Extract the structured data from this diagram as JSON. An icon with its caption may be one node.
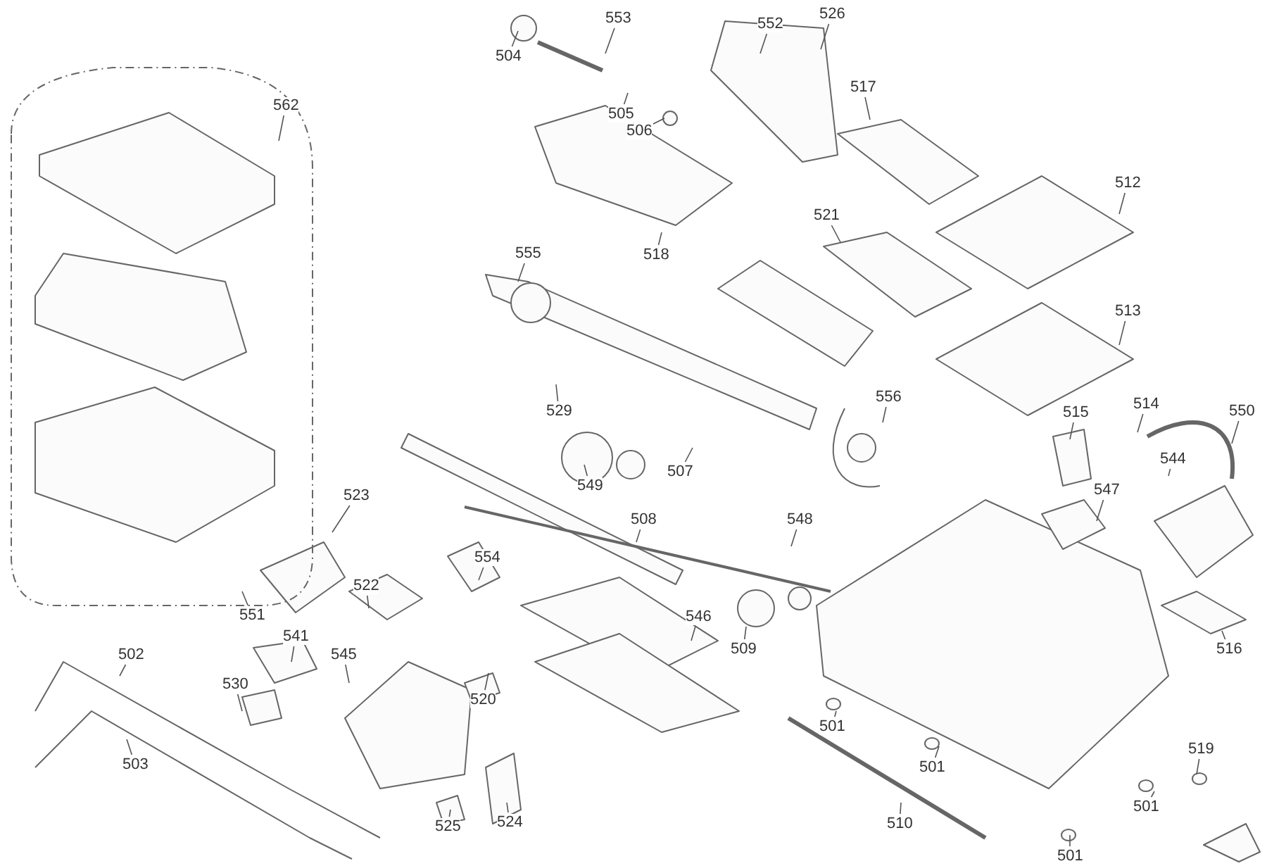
{
  "diagram": {
    "nodes": [
      {
        "text": [
          "526"
        ]
      },
      {
        "text": [
          "553"
        ]
      },
      {
        "text": [
          "552"
        ]
      },
      {
        "text": [
          "504"
        ]
      },
      {
        "text": [
          "517"
        ]
      },
      {
        "text": [
          "562"
        ]
      },
      {
        "text": [
          "505"
        ]
      },
      {
        "text": [
          "506"
        ]
      },
      {
        "text": [
          "512"
        ]
      },
      {
        "text": [
          "521"
        ]
      },
      {
        "text": [
          "555"
        ]
      },
      {
        "text": [
          "518"
        ]
      },
      {
        "text": [
          "513"
        ]
      },
      {
        "text": [
          "556"
        ]
      },
      {
        "text": [
          "514"
        ]
      },
      {
        "text": [
          "529"
        ]
      },
      {
        "text": [
          "515"
        ]
      },
      {
        "text": [
          "550"
        ]
      },
      {
        "text": [
          "544"
        ]
      },
      {
        "text": [
          "507"
        ]
      },
      {
        "text": [
          "549"
        ]
      },
      {
        "text": [
          "547"
        ]
      },
      {
        "text": [
          "523"
        ]
      },
      {
        "text": [
          "508"
        ]
      },
      {
        "text": [
          "548"
        ]
      },
      {
        "text": [
          "554"
        ]
      },
      {
        "text": [
          "522"
        ]
      },
      {
        "text": [
          "551"
        ]
      },
      {
        "text": [
          "546"
        ]
      },
      {
        "text": [
          "541"
        ]
      },
      {
        "text": [
          "509"
        ]
      },
      {
        "text": [
          "516"
        ]
      },
      {
        "text": [
          "502"
        ]
      },
      {
        "text": [
          "545"
        ]
      },
      {
        "text": [
          "530"
        ]
      },
      {
        "text": [
          "520"
        ]
      },
      {
        "text": [
          "501"
        ]
      },
      {
        "text": [
          "519"
        ]
      },
      {
        "text": [
          "501"
        ]
      },
      {
        "text": [
          "503"
        ]
      },
      {
        "text": [
          "501"
        ]
      },
      {
        "text": [
          "510"
        ]
      },
      {
        "text": [
          "525"
        ]
      },
      {
        "text": [
          "524"
        ]
      },
      {
        "text": [
          "501"
        ]
      }
    ],
    "edges": [
      {
        "from": 0,
        "to": null,
        "arrow": "none"
      },
      {
        "from": 1,
        "to": null,
        "arrow": "none"
      },
      {
        "from": 2,
        "to": null,
        "arrow": "none"
      },
      {
        "from": 3,
        "to": null,
        "arrow": "none"
      },
      {
        "from": 4,
        "to": null,
        "arrow": "none"
      },
      {
        "from": 5,
        "to": null,
        "arrow": "none"
      },
      {
        "from": 6,
        "to": null,
        "arrow": "none"
      },
      {
        "from": 7,
        "to": null,
        "arrow": "none"
      },
      {
        "from": 8,
        "to": null,
        "arrow": "none"
      },
      {
        "from": 9,
        "to": null,
        "arrow": "none"
      },
      {
        "from": 10,
        "to": null,
        "arrow": "none"
      },
      {
        "from": 11,
        "to": null,
        "arrow": "none"
      },
      {
        "from": 12,
        "to": null,
        "arrow": "none"
      },
      {
        "from": 13,
        "to": null,
        "arrow": "none"
      },
      {
        "from": 14,
        "to": null,
        "arrow": "none"
      },
      {
        "from": 15,
        "to": null,
        "arrow": "none"
      },
      {
        "from": 16,
        "to": null,
        "arrow": "none"
      },
      {
        "from": 17,
        "to": null,
        "arrow": "none"
      },
      {
        "from": 18,
        "to": null,
        "arrow": "none"
      },
      {
        "from": 19,
        "to": null,
        "arrow": "none"
      },
      {
        "from": 20,
        "to": null,
        "arrow": "none"
      },
      {
        "from": 21,
        "to": null,
        "arrow": "none"
      },
      {
        "from": 22,
        "to": null,
        "arrow": "none"
      },
      {
        "from": 23,
        "to": null,
        "arrow": "none"
      },
      {
        "from": 24,
        "to": null,
        "arrow": "none"
      },
      {
        "from": 25,
        "to": null,
        "arrow": "none"
      },
      {
        "from": 26,
        "to": null,
        "arrow": "none"
      },
      {
        "from": 27,
        "to": null,
        "arrow": "none"
      },
      {
        "from": 28,
        "to": null,
        "arrow": "none"
      },
      {
        "from": 29,
        "to": null,
        "arrow": "none"
      },
      {
        "from": 30,
        "to": null,
        "arrow": "none"
      },
      {
        "from": 31,
        "to": null,
        "arrow": "none"
      },
      {
        "from": 32,
        "to": null,
        "arrow": "none"
      },
      {
        "from": 33,
        "to": null,
        "arrow": "none"
      },
      {
        "from": 34,
        "to": null,
        "arrow": "none"
      },
      {
        "from": 35,
        "to": null,
        "arrow": "none"
      },
      {
        "from": 36,
        "to": null,
        "arrow": "none"
      },
      {
        "from": 37,
        "to": null,
        "arrow": "none"
      },
      {
        "from": 38,
        "to": null,
        "arrow": "none"
      },
      {
        "from": 39,
        "to": null,
        "arrow": "none"
      },
      {
        "from": 40,
        "to": null,
        "arrow": "none"
      },
      {
        "from": 41,
        "to": null,
        "arrow": "none"
      },
      {
        "from": 42,
        "to": null,
        "arrow": "none"
      },
      {
        "from": 43,
        "to": null,
        "arrow": "none"
      },
      {
        "from": 44,
        "to": null,
        "arrow": "none"
      }
    ]
  }
}
